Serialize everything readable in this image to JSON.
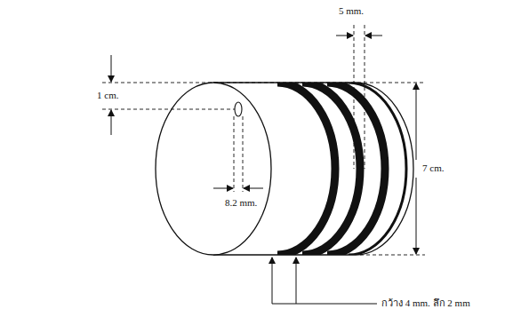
{
  "diagram": {
    "labels": [
      "5 mm.",
      "1 cm.",
      "7 cm.",
      "8.2 mm.",
      "กว้าง 4 mm. ลึก 2 mm"
    ]
  }
}
